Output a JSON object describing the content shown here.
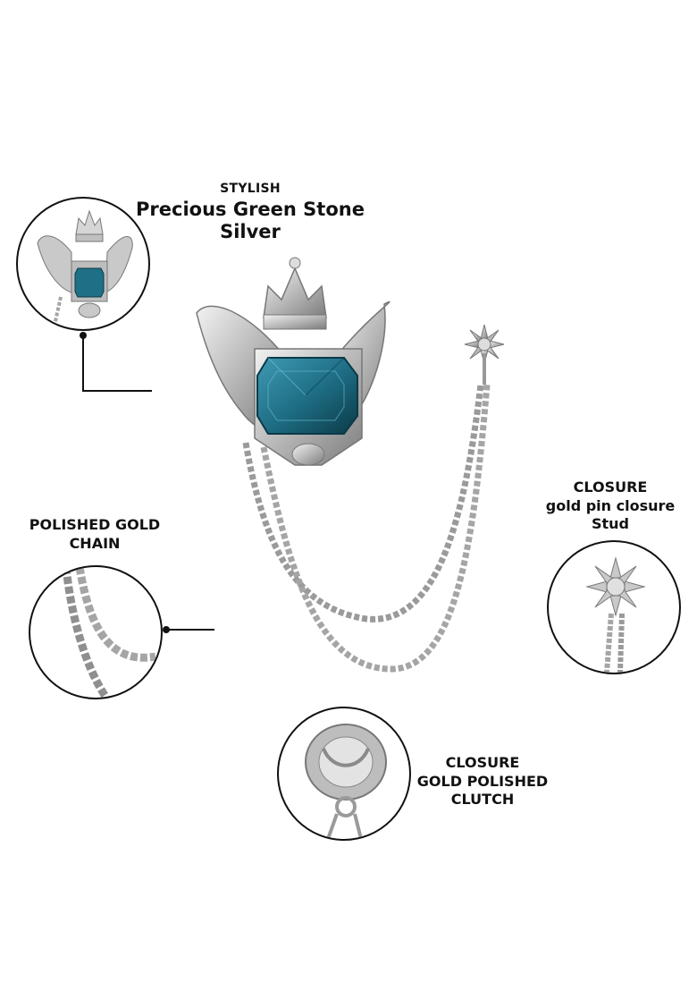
{
  "labels": {
    "stylish": {
      "line1": "STYLISH",
      "line2": "Precious Green Stone",
      "line3": "Silver"
    },
    "chain": {
      "line1": "POLISHED GOLD",
      "line2": "CHAIN"
    },
    "closure_stud": {
      "line1": "CLOSURE",
      "line2": "gold pin closure",
      "line3": "Stud"
    },
    "closure_clutch": {
      "line1": "CLOSURE",
      "line2": "GOLD POLISHED",
      "line3": "CLUTCH"
    }
  },
  "colors": {
    "silver": "#c9c9c9",
    "silver_dark": "#8a8a8a",
    "stone": "#1f6f86",
    "stone_dark": "#0f4656",
    "line": "#111111"
  }
}
